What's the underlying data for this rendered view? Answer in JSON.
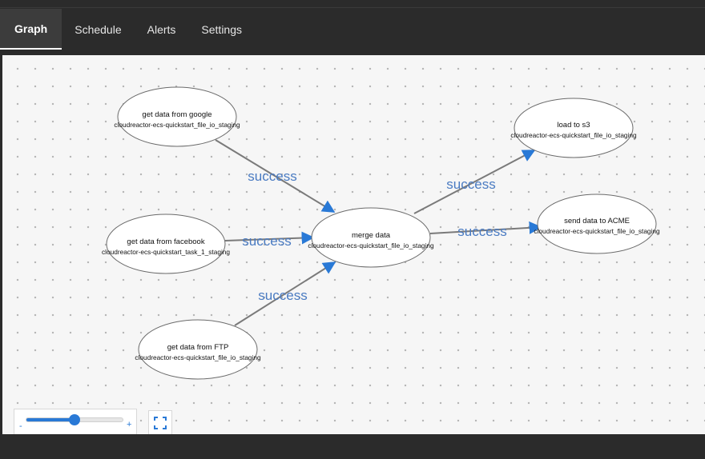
{
  "tabs": [
    {
      "label": "Graph",
      "active": true
    },
    {
      "label": "Schedule",
      "active": false
    },
    {
      "label": "Alerts",
      "active": false
    },
    {
      "label": "Settings",
      "active": false
    }
  ],
  "graph": {
    "nodes": [
      {
        "id": "google",
        "title": "get data from google",
        "subtitle": "cloudreactor-ecs-quickstart_file_io_staging"
      },
      {
        "id": "facebook",
        "title": "get data from facebook",
        "subtitle": "cloudreactor-ecs-quickstart_task_1_staging"
      },
      {
        "id": "ftp",
        "title": "get data from FTP",
        "subtitle": "cloudreactor-ecs-quickstart_file_io_staging"
      },
      {
        "id": "merge",
        "title": "merge data",
        "subtitle": "cloudreactor-ecs-quickstart_file_io_staging"
      },
      {
        "id": "s3",
        "title": "load to s3",
        "subtitle": "cloudreactor-ecs-quickstart_file_io_staging"
      },
      {
        "id": "acme",
        "title": "send data to ACME",
        "subtitle": "cloudreactor-ecs-quickstart_file_io_staging"
      }
    ],
    "edges": [
      {
        "from": "google",
        "to": "merge",
        "label": "success"
      },
      {
        "from": "facebook",
        "to": "merge",
        "label": "success"
      },
      {
        "from": "ftp",
        "to": "merge",
        "label": "success"
      },
      {
        "from": "merge",
        "to": "s3",
        "label": "success"
      },
      {
        "from": "merge",
        "to": "acme",
        "label": "success"
      }
    ]
  },
  "zoom": {
    "minus_label": "-",
    "plus_label": "+",
    "level": 0.5
  },
  "icons": {
    "fit": "fit-to-screen-icon"
  },
  "colors": {
    "accent": "#2979d6",
    "edge_label": "#4a7bc2"
  }
}
